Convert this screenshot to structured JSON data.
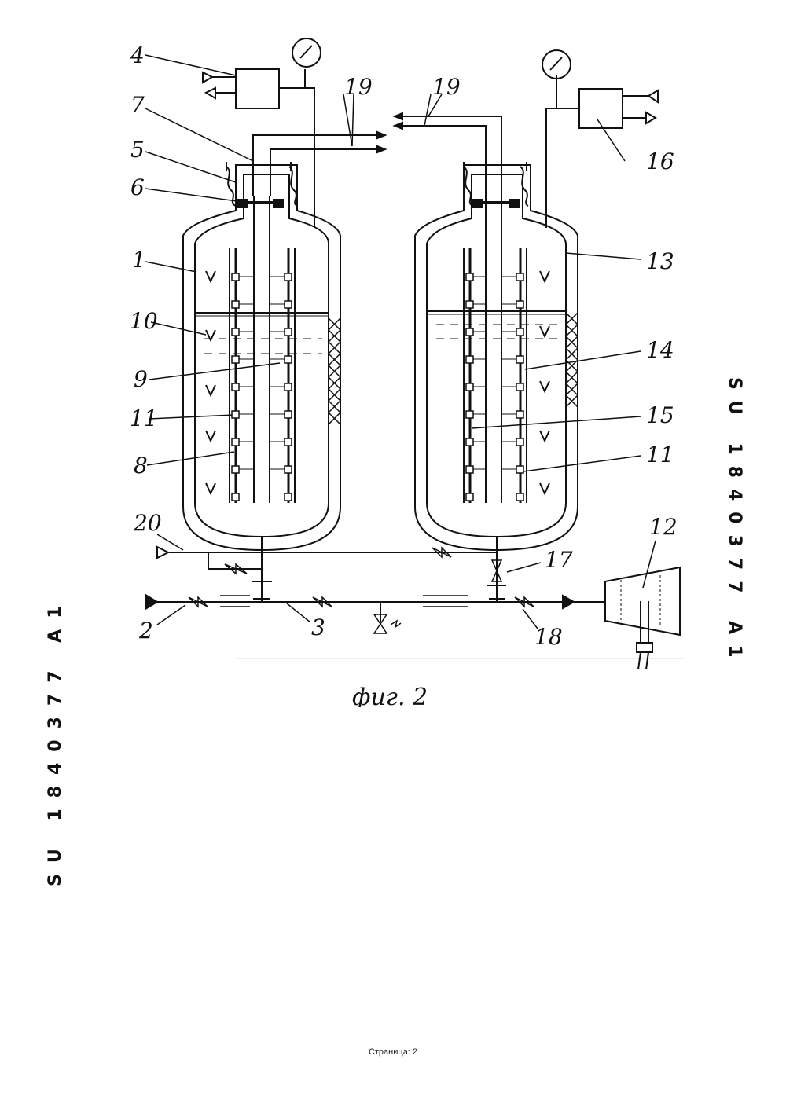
{
  "figure": {
    "caption": "фиг. 2",
    "labels": {
      "l1": "1",
      "l2": "2",
      "l3": "3",
      "l4": "4",
      "l5": "5",
      "l6": "6",
      "l7": "7",
      "l8": "8",
      "l9": "9",
      "l10": "10",
      "l11a": "11",
      "l11b": "11",
      "l12": "12",
      "l13": "13",
      "l14": "14",
      "l15": "15",
      "l16": "16",
      "l17": "17",
      "l18": "18",
      "l19a": "19",
      "l19b": "19",
      "l20": "20"
    }
  },
  "side_text": {
    "right": "SU 1840377 A1",
    "left": "SU 1840377 A1"
  },
  "footer": {
    "page": "Страница: 2"
  }
}
